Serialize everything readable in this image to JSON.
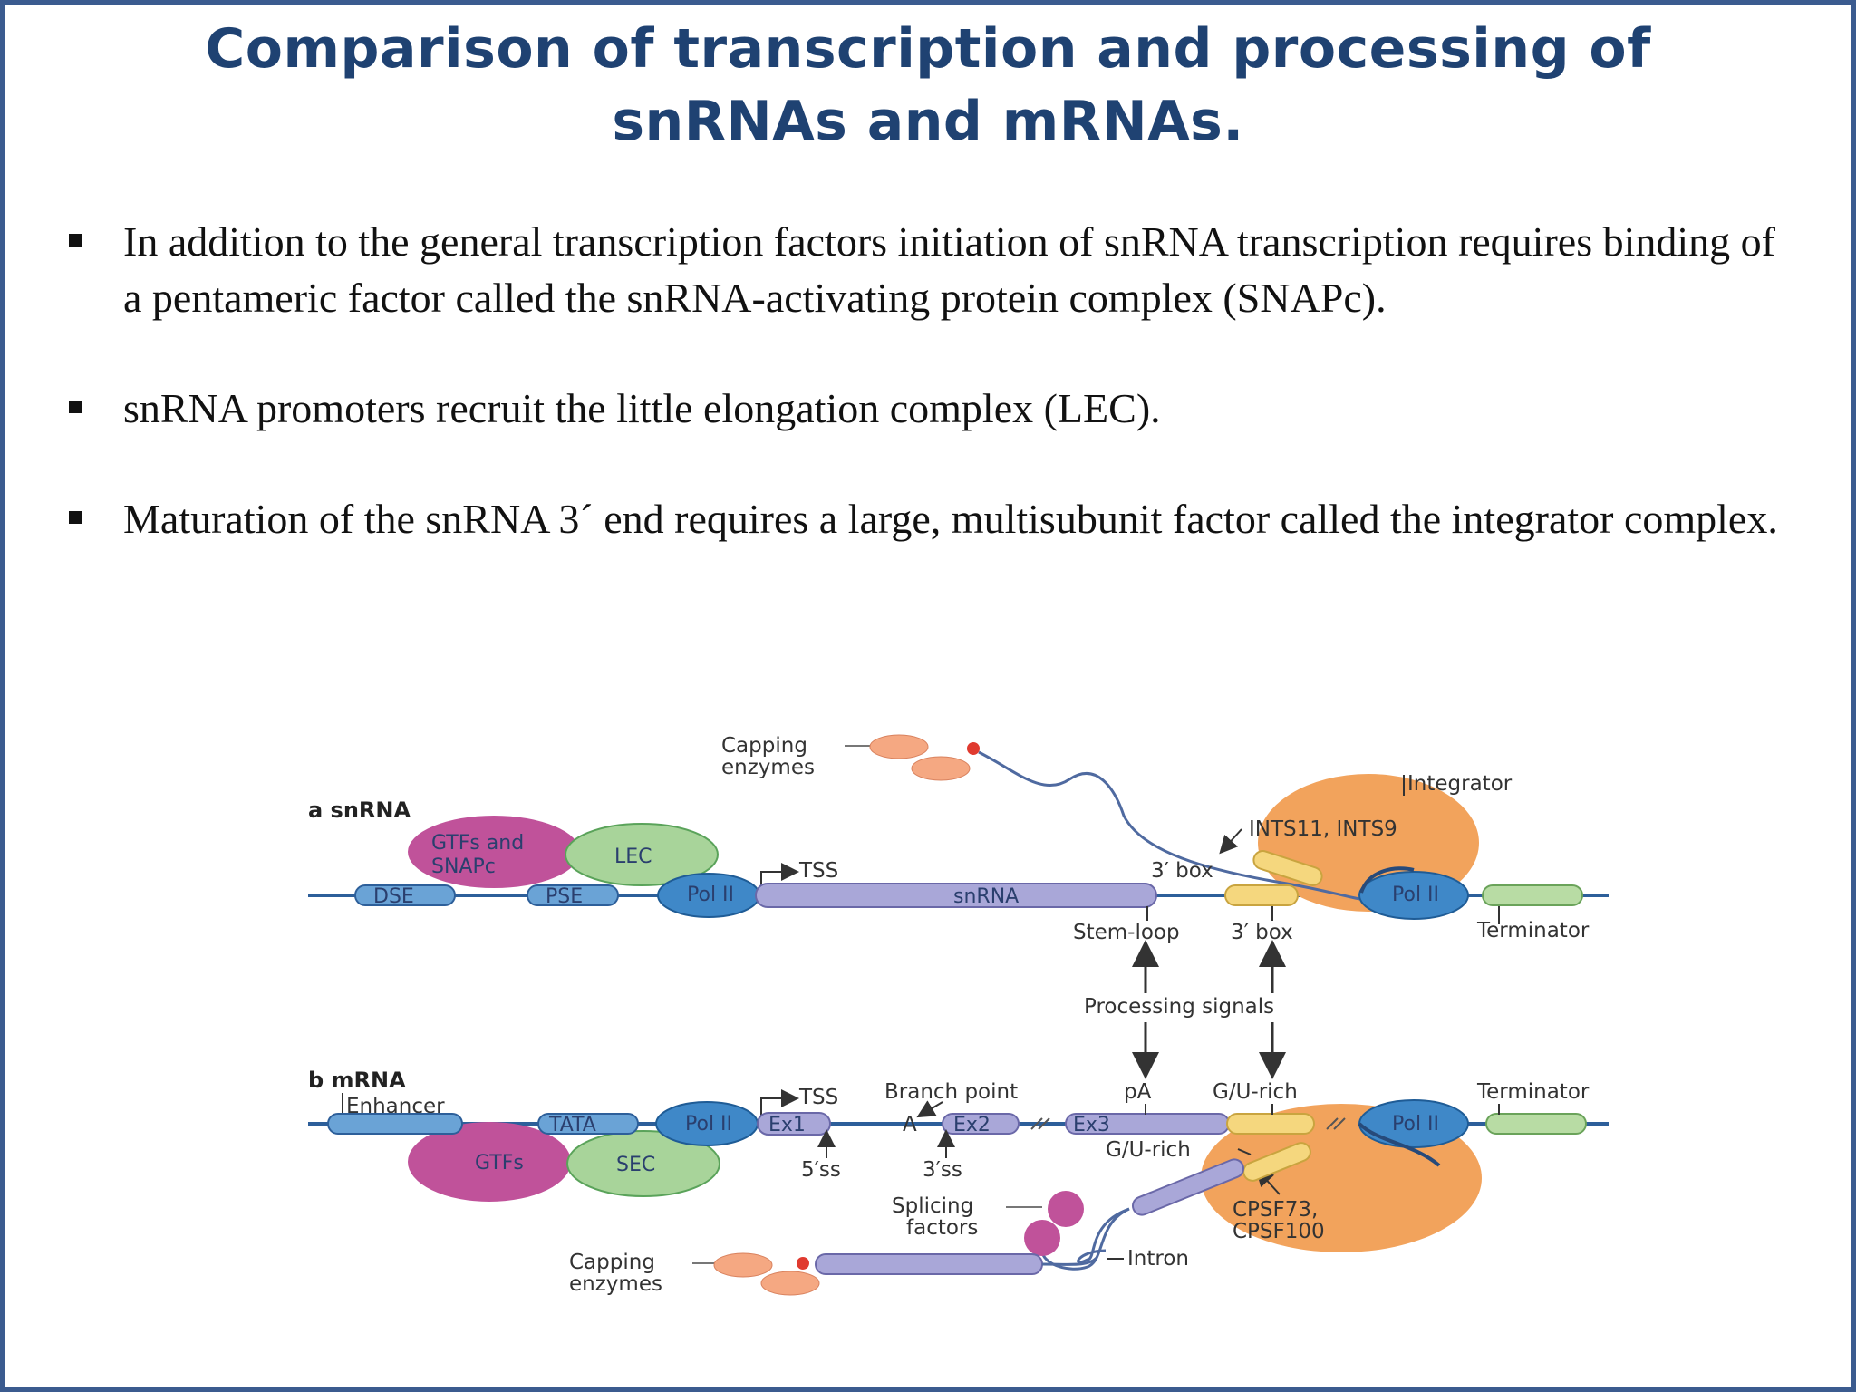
{
  "slide": {
    "title_line1": "Comparison of transcription and processing of",
    "title_line2": "snRNAs and mRNAs."
  },
  "bullets": [
    " In addition to the general transcription factors initiation of snRNA transcription requires binding of a pentameric factor called the snRNA-activating protein complex (SNAPc).",
    "snRNA promoters recruit the little elongation complex (LEC).",
    "Maturation of the snRNA 3´ end requires a large, multisubunit factor called the integrator complex."
  ],
  "diagram": {
    "panel_a": {
      "label": "a snRNA",
      "capping_line1": "Capping",
      "capping_line2": "enzymes",
      "integrator": "Integrator",
      "ints": "INTS11, INTS9",
      "gtfs_line1": "GTFs and",
      "gtfs_line2": "SNAPc",
      "lec": "LEC",
      "tss": "TSS",
      "dse": "DSE",
      "pse": "PSE",
      "pol": "Pol II",
      "snrna": "snRNA",
      "box3": "3′ box",
      "stem_loop": "Stem-loop",
      "box3_below": "3′ box",
      "terminator": "Terminator"
    },
    "processing_signals": "Processing signals",
    "panel_b": {
      "label": "b mRNA",
      "enhancer": "Enhancer",
      "tata": "TATA",
      "pol": "Pol II",
      "ex1": "Ex1",
      "tss": "TSS",
      "branch_point": "Branch point",
      "a": "A",
      "ex2": "Ex2",
      "ex3": "Ex3",
      "pa": "pA",
      "gu_rich": "G/U-rich",
      "gu_rich_lower": "G/U-rich",
      "terminator": "Terminator",
      "gtfs": "GTFs",
      "sec": "SEC",
      "ss5": "5′ss",
      "ss3": "3′ss",
      "splicing_line1": "Splicing",
      "splicing_line2": "factors",
      "cpsf_line1": "CPSF73,",
      "cpsf_line2": "CPSF100",
      "capping_line1": "Capping",
      "capping_line2": "enzymes",
      "intron": "Intron"
    }
  },
  "colors": {
    "title": "#1f4272",
    "frame": "#3b5b8f",
    "pol_blue": "#3f88c8",
    "gtf_magenta": "#c0529a",
    "lec_green": "#a8d49a",
    "integrator_orange": "#f2a35c",
    "rna_lavender": "#a9a7d8",
    "box_yellow": "#f5d77e",
    "terminator_green": "#b8dca4",
    "capping_salmon": "#f5a882"
  }
}
